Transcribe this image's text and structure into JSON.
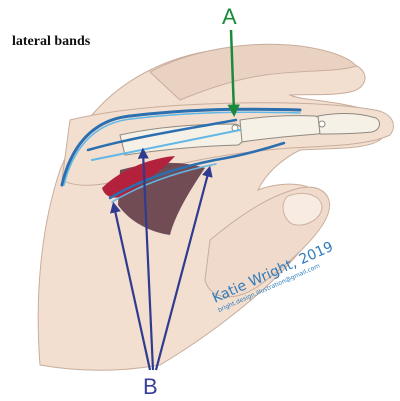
{
  "figure": {
    "title": "lateral bands",
    "label_a": "A",
    "label_b": "B",
    "signature_name": "Katie Wright, 2019",
    "signature_email": "bright.design.illustration@gmail.com"
  },
  "colors": {
    "skin": "#f2dfd0",
    "skin_shadow": "#dcc4b4",
    "bone": "#f5f1e6",
    "tendon": "#2b6fb0",
    "tendon_light": "#62b7e6",
    "arrow_a": "#1c8a3c",
    "arrow_b": "#2f3b8f",
    "wound": "#b3213c",
    "shadow": "#5a3340"
  }
}
